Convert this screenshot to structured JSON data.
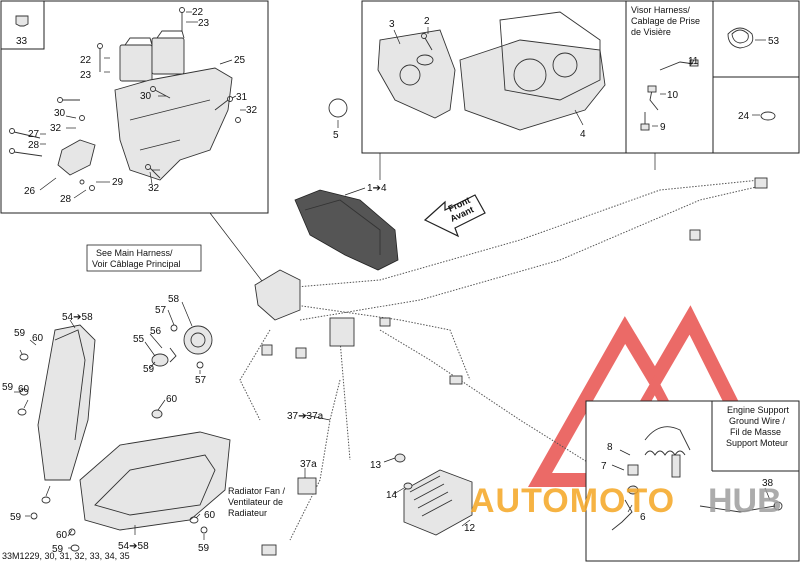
{
  "callouts": {
    "c1_4": "1➔4",
    "c2": "2",
    "c3": "3",
    "c4": "4",
    "c5": "5",
    "c6": "6",
    "c7": "7",
    "c8": "8",
    "c9": "9",
    "c10": "10",
    "c11": "11",
    "c12": "12",
    "c13": "13",
    "c14": "14",
    "c22a": "22",
    "c22b": "22",
    "c23a": "23",
    "c23b": "23",
    "c24": "24",
    "c25": "25",
    "c26": "26",
    "c27": "27",
    "c28a": "28",
    "c28b": "28",
    "c29": "29",
    "c30a": "30",
    "c30b": "30",
    "c31": "31",
    "c32a": "32",
    "c32b": "32",
    "c32c": "32",
    "c33": "33",
    "c37_37a": "37➔37a",
    "c37a": "37a",
    "c38": "38",
    "c53": "53",
    "c54_58a": "54➔58",
    "c54_58b": "54➔58",
    "c55": "55",
    "c56": "56",
    "c57a": "57",
    "c57b": "57",
    "c58": "58",
    "c59a": "59",
    "c59b": "59",
    "c59c": "59",
    "c59d": "59",
    "c59e": "59",
    "c60a": "60",
    "c60b": "60",
    "c60c": "60",
    "c60d": "60",
    "c60e": "60"
  },
  "notes": {
    "visor_harness": [
      "Visor Harness/",
      "Cablage de Prise",
      "de Visière"
    ],
    "main_harness": [
      "See Main Harness/",
      "Voir Câblage Principal"
    ],
    "radiator_fan": [
      "Radiator Fan /",
      "Ventilateur de",
      "Radiateur"
    ],
    "engine_support": [
      "Engine Support",
      "Ground Wire /",
      "Fil de Masse",
      "Support Moteur"
    ],
    "front_arrow": [
      "Front",
      "Avant"
    ]
  },
  "footer_code": "33M1229, 30, 31, 32, 33, 34, 35",
  "watermark": {
    "text_orange": "AUTOMOTO",
    "text_gray": "HUB",
    "color_red": "#e53935",
    "color_orange": "#f5a623",
    "color_gray": "#9e9e9e"
  }
}
